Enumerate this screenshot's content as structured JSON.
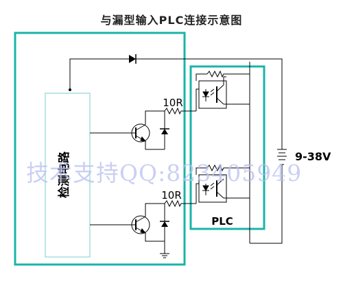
{
  "title": "与漏型输入PLC连接示意图",
  "detector_label": "检测电路",
  "resistor_top_label": "10R",
  "resistor_bottom_label": "10R",
  "plc_label": "PLC",
  "supply_label": "9-38V",
  "watermark": "技术支持QQ:823405949",
  "colors": {
    "outline": "#18b4a8",
    "detector_box": "#8fd6d6",
    "wire": "#000000",
    "watermark": "#b9bff0"
  }
}
